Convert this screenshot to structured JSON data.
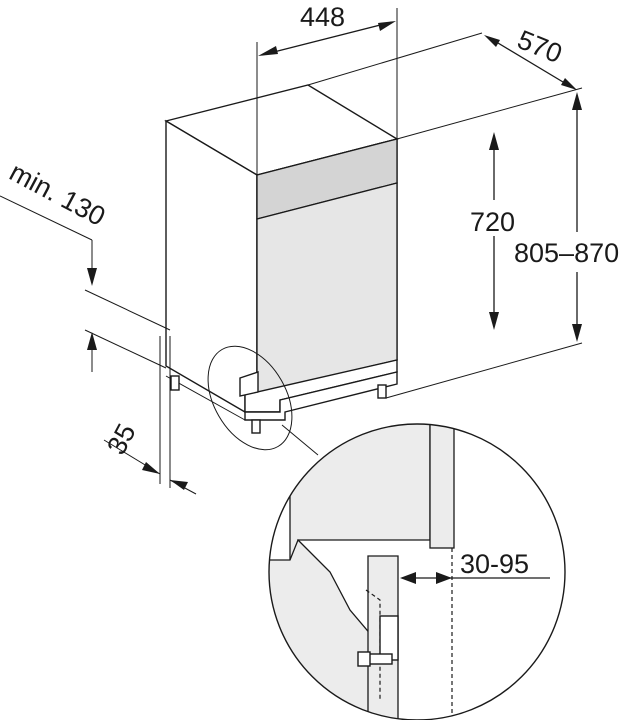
{
  "dimensions": {
    "width": "448",
    "depth": "570",
    "niche_height": "720",
    "height_range": "805–870",
    "plinth_min": "min. 130",
    "plinth_depth": "35",
    "panel_range": "30-95"
  }
}
